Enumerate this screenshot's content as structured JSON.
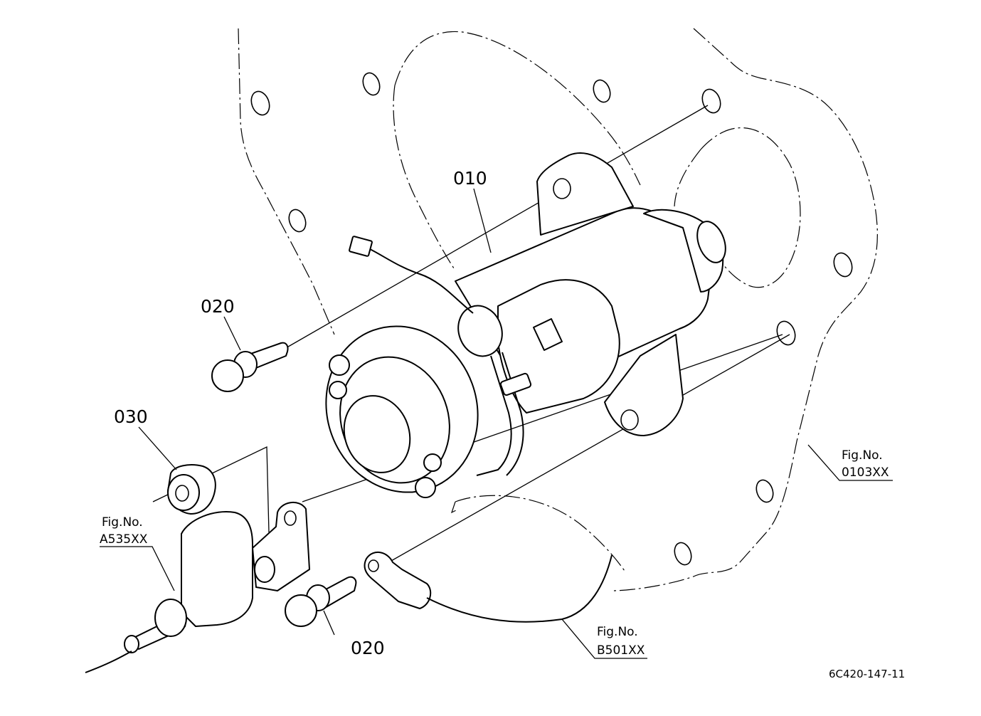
{
  "diagram": {
    "callouts": [
      {
        "id": "part-010",
        "text": "010"
      },
      {
        "id": "part-020-top",
        "text": "020"
      },
      {
        "id": "part-030",
        "text": "030"
      },
      {
        "id": "part-020-bottom",
        "text": "020"
      }
    ],
    "figure_refs": [
      {
        "id": "fig-0103",
        "label": "Fig.No.",
        "number": "0103XX"
      },
      {
        "id": "fig-a535",
        "label": "Fig.No.",
        "number": "A535XX"
      },
      {
        "id": "fig-b501",
        "label": "Fig.No.",
        "number": "B501XX"
      }
    ],
    "drawing_code": "6C420-147-11"
  }
}
